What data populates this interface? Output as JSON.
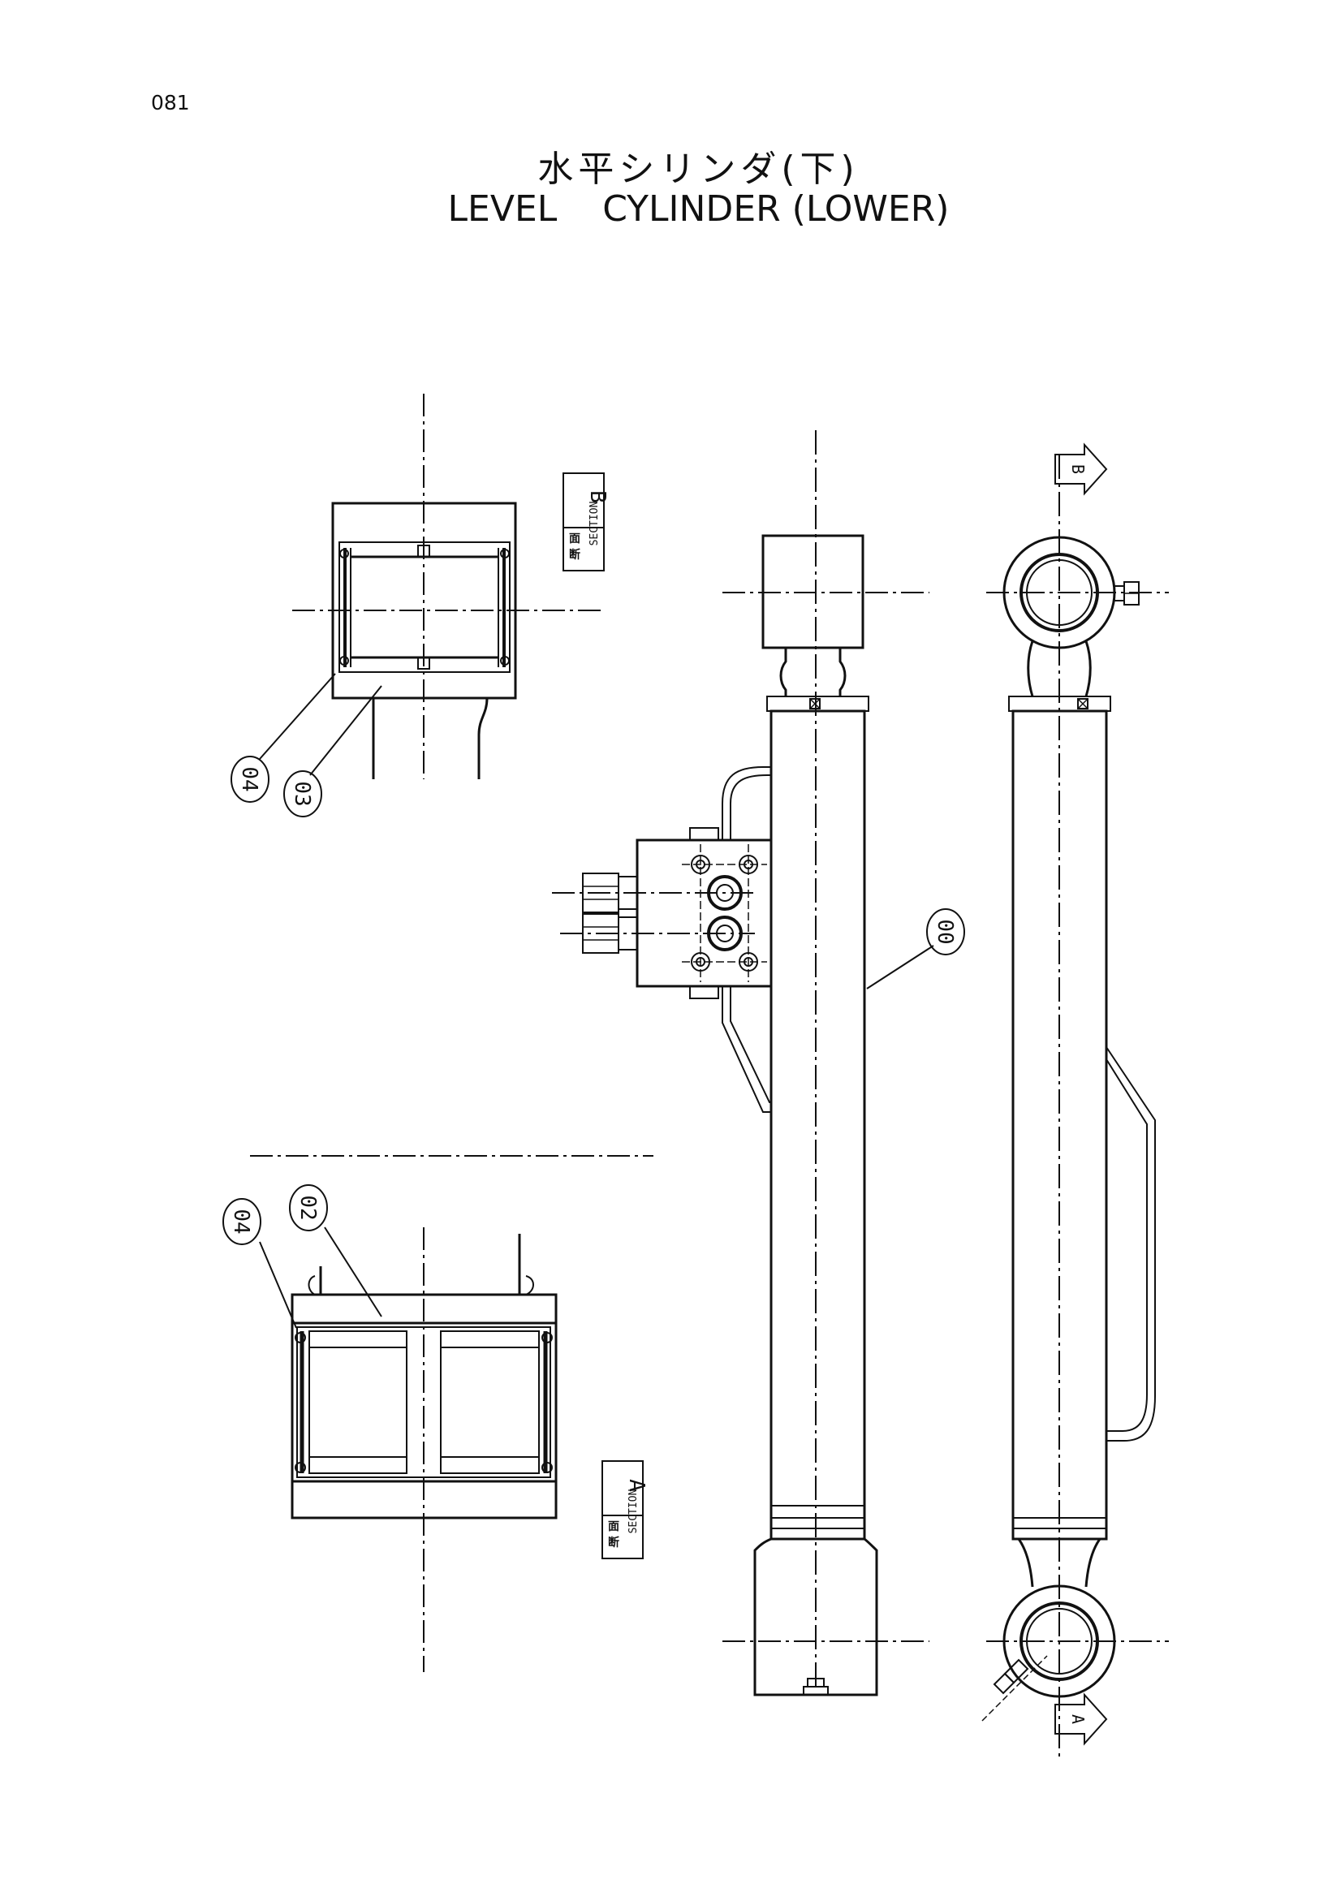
{
  "page": {
    "number": "081"
  },
  "title": {
    "japanese": "水平シリンダ(下)",
    "english": "LEVEL    CYLINDER (LOWER)"
  },
  "callouts": {
    "c00": "00",
    "c02": "02",
    "c03": "03",
    "c04a": "04",
    "c04b": "04"
  },
  "section_labels": {
    "b_kanji1": "断",
    "b_kanji2": "面",
    "b_word": "SECTION",
    "b_letter": "B",
    "a_kanji1": "断",
    "a_kanji2": "面",
    "a_word": "SECTION",
    "a_letter": "A"
  },
  "view_arrows": {
    "top": "B",
    "bottom": "A"
  }
}
